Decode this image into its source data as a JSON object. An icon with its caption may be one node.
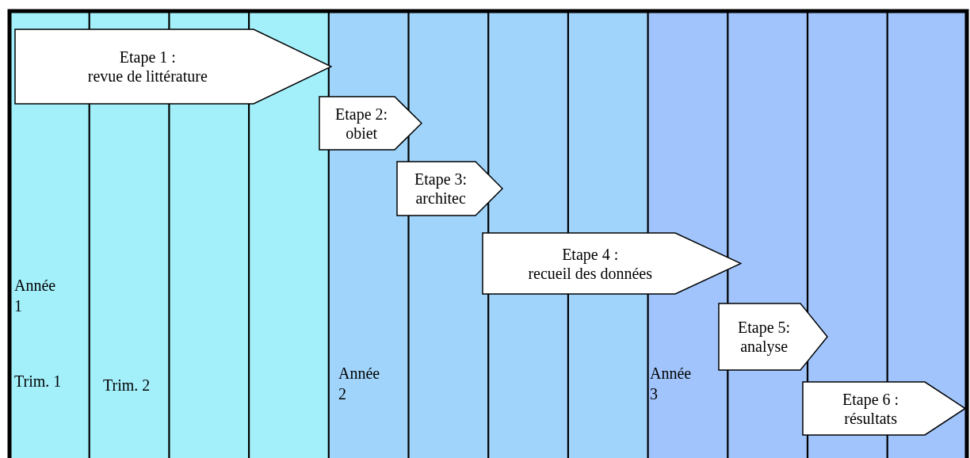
{
  "diagram": {
    "nodes": [
      {
        "text": [
          "Etape 1 :",
          "revue de littérature"
        ]
      },
      {
        "text": [
          "Etape 2:",
          "obiet"
        ]
      },
      {
        "text": [
          "Etape 3:",
          "architec"
        ]
      },
      {
        "text": [
          "Etape 4 :",
          "recueil des données"
        ]
      },
      {
        "text": [
          "Etape 5:",
          "analyse"
        ]
      },
      {
        "text": [
          "Etape 6 :",
          "résultats"
        ]
      }
    ],
    "labels": [
      "Année 1",
      "Trim. 1",
      "Trim. 2",
      "Année 2",
      "Année 3"
    ]
  }
}
